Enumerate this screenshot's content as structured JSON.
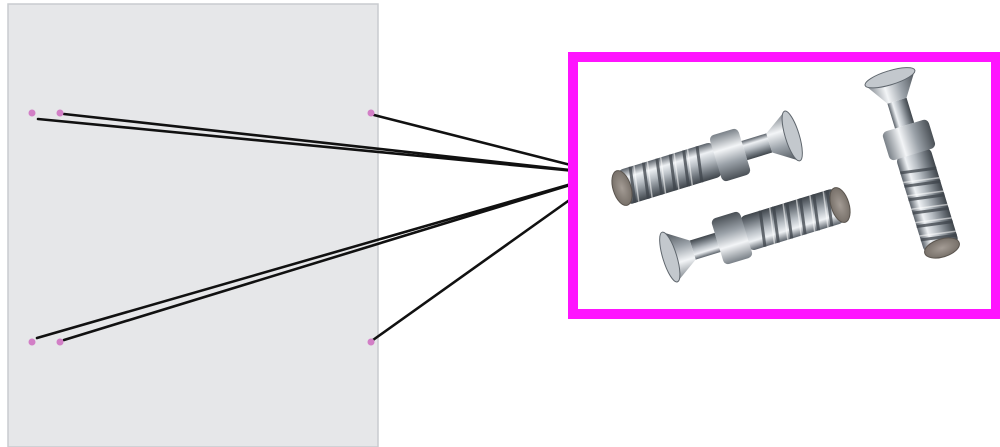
{
  "colors": {
    "page_background": "#ffffff",
    "panel_fill": "#e6e7e9",
    "panel_edge": "#c9cbcf",
    "dot_fill": "#d27fc6",
    "line_stroke": "#111111",
    "frame_stroke": "#ff14ff",
    "metal_light": "#e9ecef",
    "metal_mid": "#a7adb3",
    "metal_dark": "#4d545b",
    "end_cap": "#8d8680"
  },
  "panel": {
    "drill_points": [
      {
        "id": "top-1"
      },
      {
        "id": "top-2"
      },
      {
        "id": "top-3"
      },
      {
        "id": "bottom-1"
      },
      {
        "id": "bottom-2"
      },
      {
        "id": "bottom-3"
      }
    ],
    "connector_count": 6
  },
  "callout": {
    "icon": "cam-dowel-bolts-icon",
    "part_count": 3
  }
}
